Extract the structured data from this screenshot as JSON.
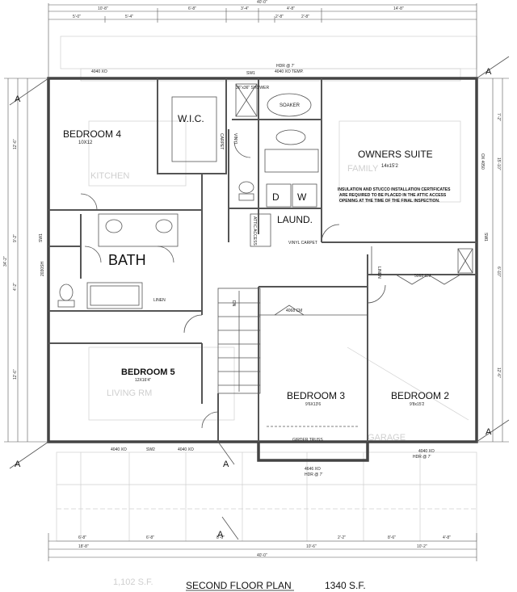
{
  "rooms": {
    "bedroom4": {
      "name": "BEDROOM 4",
      "size": "10X12"
    },
    "wic": {
      "name": "W.I.C."
    },
    "owners_suite": {
      "name": "OWNERS SUITE",
      "size": "14x15'2"
    },
    "bath": {
      "name": "BATH"
    },
    "laund": {
      "name": "LAUND."
    },
    "bedroom5": {
      "name": "BEDROOM 5",
      "size": "12X16'4\""
    },
    "bedroom3": {
      "name": "BEDROOM 3",
      "size": "9'6X13'6"
    },
    "bedroom2": {
      "name": "BEDROOM 2",
      "size": "9'8x15'2"
    }
  },
  "fixtures": {
    "shower": "36\"x36\" SHOWER",
    "soaker": "SOAKER",
    "linen1": "LINEN",
    "linen2": "LINEN",
    "dn": "DN",
    "attic_access": "ATTIC ACCESS",
    "vinyl": "VINYL",
    "carpet": "CARPET",
    "vinyl_carpet": "VINYL CARPET",
    "girder_truss": "GIRDER TRUSS",
    "washer": "W",
    "dryer": "D"
  },
  "windows": {
    "top_left": "4040 XO",
    "top_hdr": "HDR @ 7'",
    "top_temp": "4040 XO TEMP.",
    "sw1_top": "SW1",
    "sw1_left": "SW1",
    "sw1_right": "SW1",
    "sw2": "SW2",
    "bottom_left": "4040 XO",
    "bottom_mid": "4040 XO",
    "bottom_center": "4646 XO",
    "bottom_center_hdr": "HDR @ 7'",
    "bottom_right": "4040 XO",
    "bottom_right_hdr": "HDR @ 7'",
    "closet_5068": "5068 CM",
    "closet_4068": "4068 CM",
    "right_side": "OX 4050",
    "left_side": "2030SH"
  },
  "note": [
    "INSULATION AND STUCCO INSTALLATION CERTIFICATES",
    "ARE REQUIRED TO BE PLACED IN THE ATTIC ACCESS",
    "OPENING AT THE TIME OF THE FINAL INSPECTION."
  ],
  "dimensions": {
    "overall_top": "40'-0\"",
    "overall_bottom": "40'-0\"",
    "overall_left": "34'-2\"",
    "top_segments": [
      "10'-8\"",
      "6'-8\"",
      "3'-4\"",
      "4'-8\"",
      "14'-8\""
    ],
    "top_sub": [
      "5'-0\"",
      "5'-4\"",
      "2'-8\"",
      "2'-8\""
    ],
    "left_segments": [
      "12'-6\"",
      "9'-2\"",
      "4'-2\"",
      "12'-6\""
    ],
    "right_segments": [
      "7'-2\"",
      "15'-10\"",
      "6'-10\"",
      "12'-6\""
    ],
    "bottom_segments": [
      "6'-8\"",
      "6'-8\"",
      "8'-6\"",
      "2'-2\"",
      "8'-6\"",
      "4'-8\""
    ],
    "bottom_sub": [
      "18'-8\"",
      "10'-6\"",
      "10'-2\""
    ]
  },
  "ghost_labels": {
    "kitchen": "KITCHEN",
    "living": "LIVING RM",
    "family": "FAMILY",
    "garage": "GARAGE",
    "area": "1,102 S.F."
  },
  "footer": {
    "title": "SECOND FLOOR PLAN",
    "area": "1340 S.F."
  },
  "section_marks": [
    "A",
    "A",
    "A",
    "A",
    "A",
    "A"
  ]
}
